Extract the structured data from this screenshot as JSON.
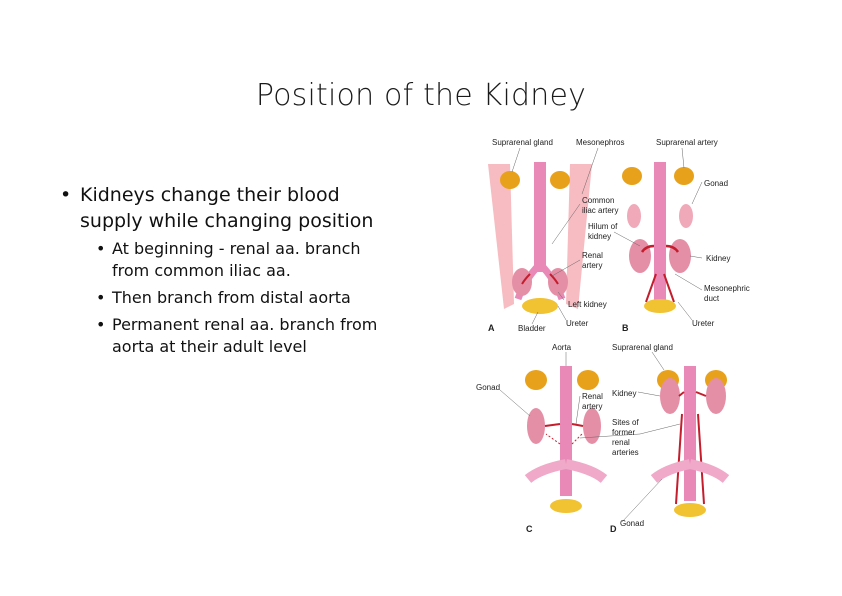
{
  "slide": {
    "title": "Position of the Kidney",
    "bullets": [
      {
        "text": "Kidneys change their blood supply while changing position",
        "sub": [
          "At beginning - renal aa. branch from common iliac aa.",
          "Then branch from distal aorta",
          "Permanent renal aa. branch from aorta at their adult level"
        ]
      }
    ]
  },
  "figure": {
    "labels": {
      "suprarenal_gland_a": "Suprarenal gland",
      "mesonephros": "Mesonephros",
      "suprarenal_artery": "Suprarenal artery",
      "common_iliac_1": "Common",
      "common_iliac_2": "iliac artery",
      "gonad_b": "Gonad",
      "hilum_1": "Hilum of",
      "hilum_2": "kidney",
      "renal_artery_a1": "Renal",
      "renal_artery_a2": "artery",
      "kidney_b": "Kidney",
      "mesonephric_1": "Mesonephric",
      "mesonephric_2": "duct",
      "left_kidney": "Left kidney",
      "bladder": "Bladder",
      "ureter_a": "Ureter",
      "ureter_b": "Ureter",
      "aorta": "Aorta",
      "suprarenal_gland_d": "Suprarenal gland",
      "gonad_c": "Gonad",
      "renal_artery_c1": "Renal",
      "renal_artery_c2": "artery",
      "kidney_d": "Kidney",
      "sites_1": "Sites of",
      "sites_2": "former",
      "sites_3": "renal",
      "sites_4": "arteries",
      "gonad_d": "Gonad"
    },
    "panels": {
      "a": "A",
      "b": "B",
      "c": "C",
      "d": "D"
    },
    "colors": {
      "vessel": "#e889b8",
      "artery": "#c41e2e",
      "gland": "#e8a11a",
      "kidney": "#e58fa6",
      "bladder": "#f1c232"
    }
  }
}
